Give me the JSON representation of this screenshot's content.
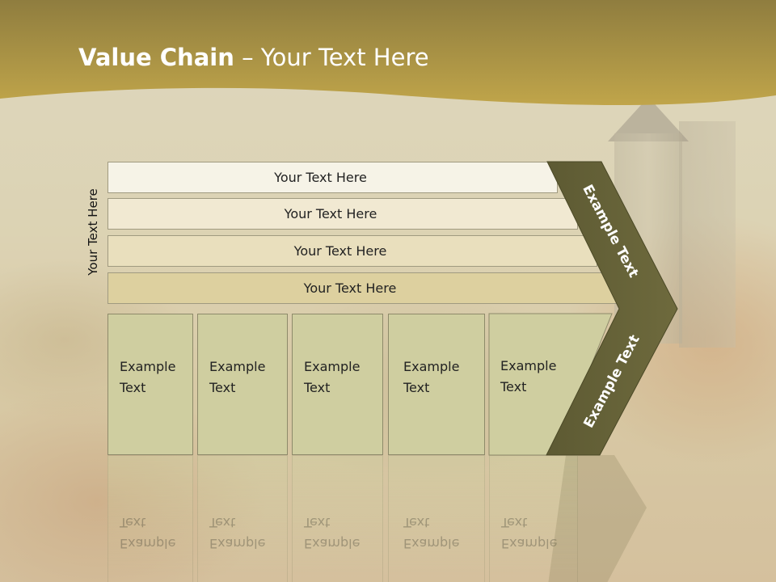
{
  "title": {
    "bold": "Value Chain",
    "rest": " – Your Text Here"
  },
  "side_label": "Your Text Here",
  "support_rows": [
    "Your Text Here",
    "Your Text Here",
    "Your Text Here",
    "Your Text Here"
  ],
  "primary_boxes": [
    {
      "line1": "Example",
      "line2": "Text"
    },
    {
      "line1": "Example",
      "line2": "Text"
    },
    {
      "line1": "Example",
      "line2": "Text"
    },
    {
      "line1": "Example",
      "line2": "Text"
    },
    {
      "line1": "Example",
      "line2": "Text"
    }
  ],
  "arrow_upper_label": "Example Text",
  "arrow_lower_label": "Example Text",
  "colors": {
    "header_gold": "#b19a3c",
    "arrow_olive": "#646137",
    "row_fills": [
      "#f6f3e7",
      "#f1e9d2",
      "#e9dfbd",
      "#ddd09f"
    ],
    "box_fill": "#cfcea0"
  }
}
